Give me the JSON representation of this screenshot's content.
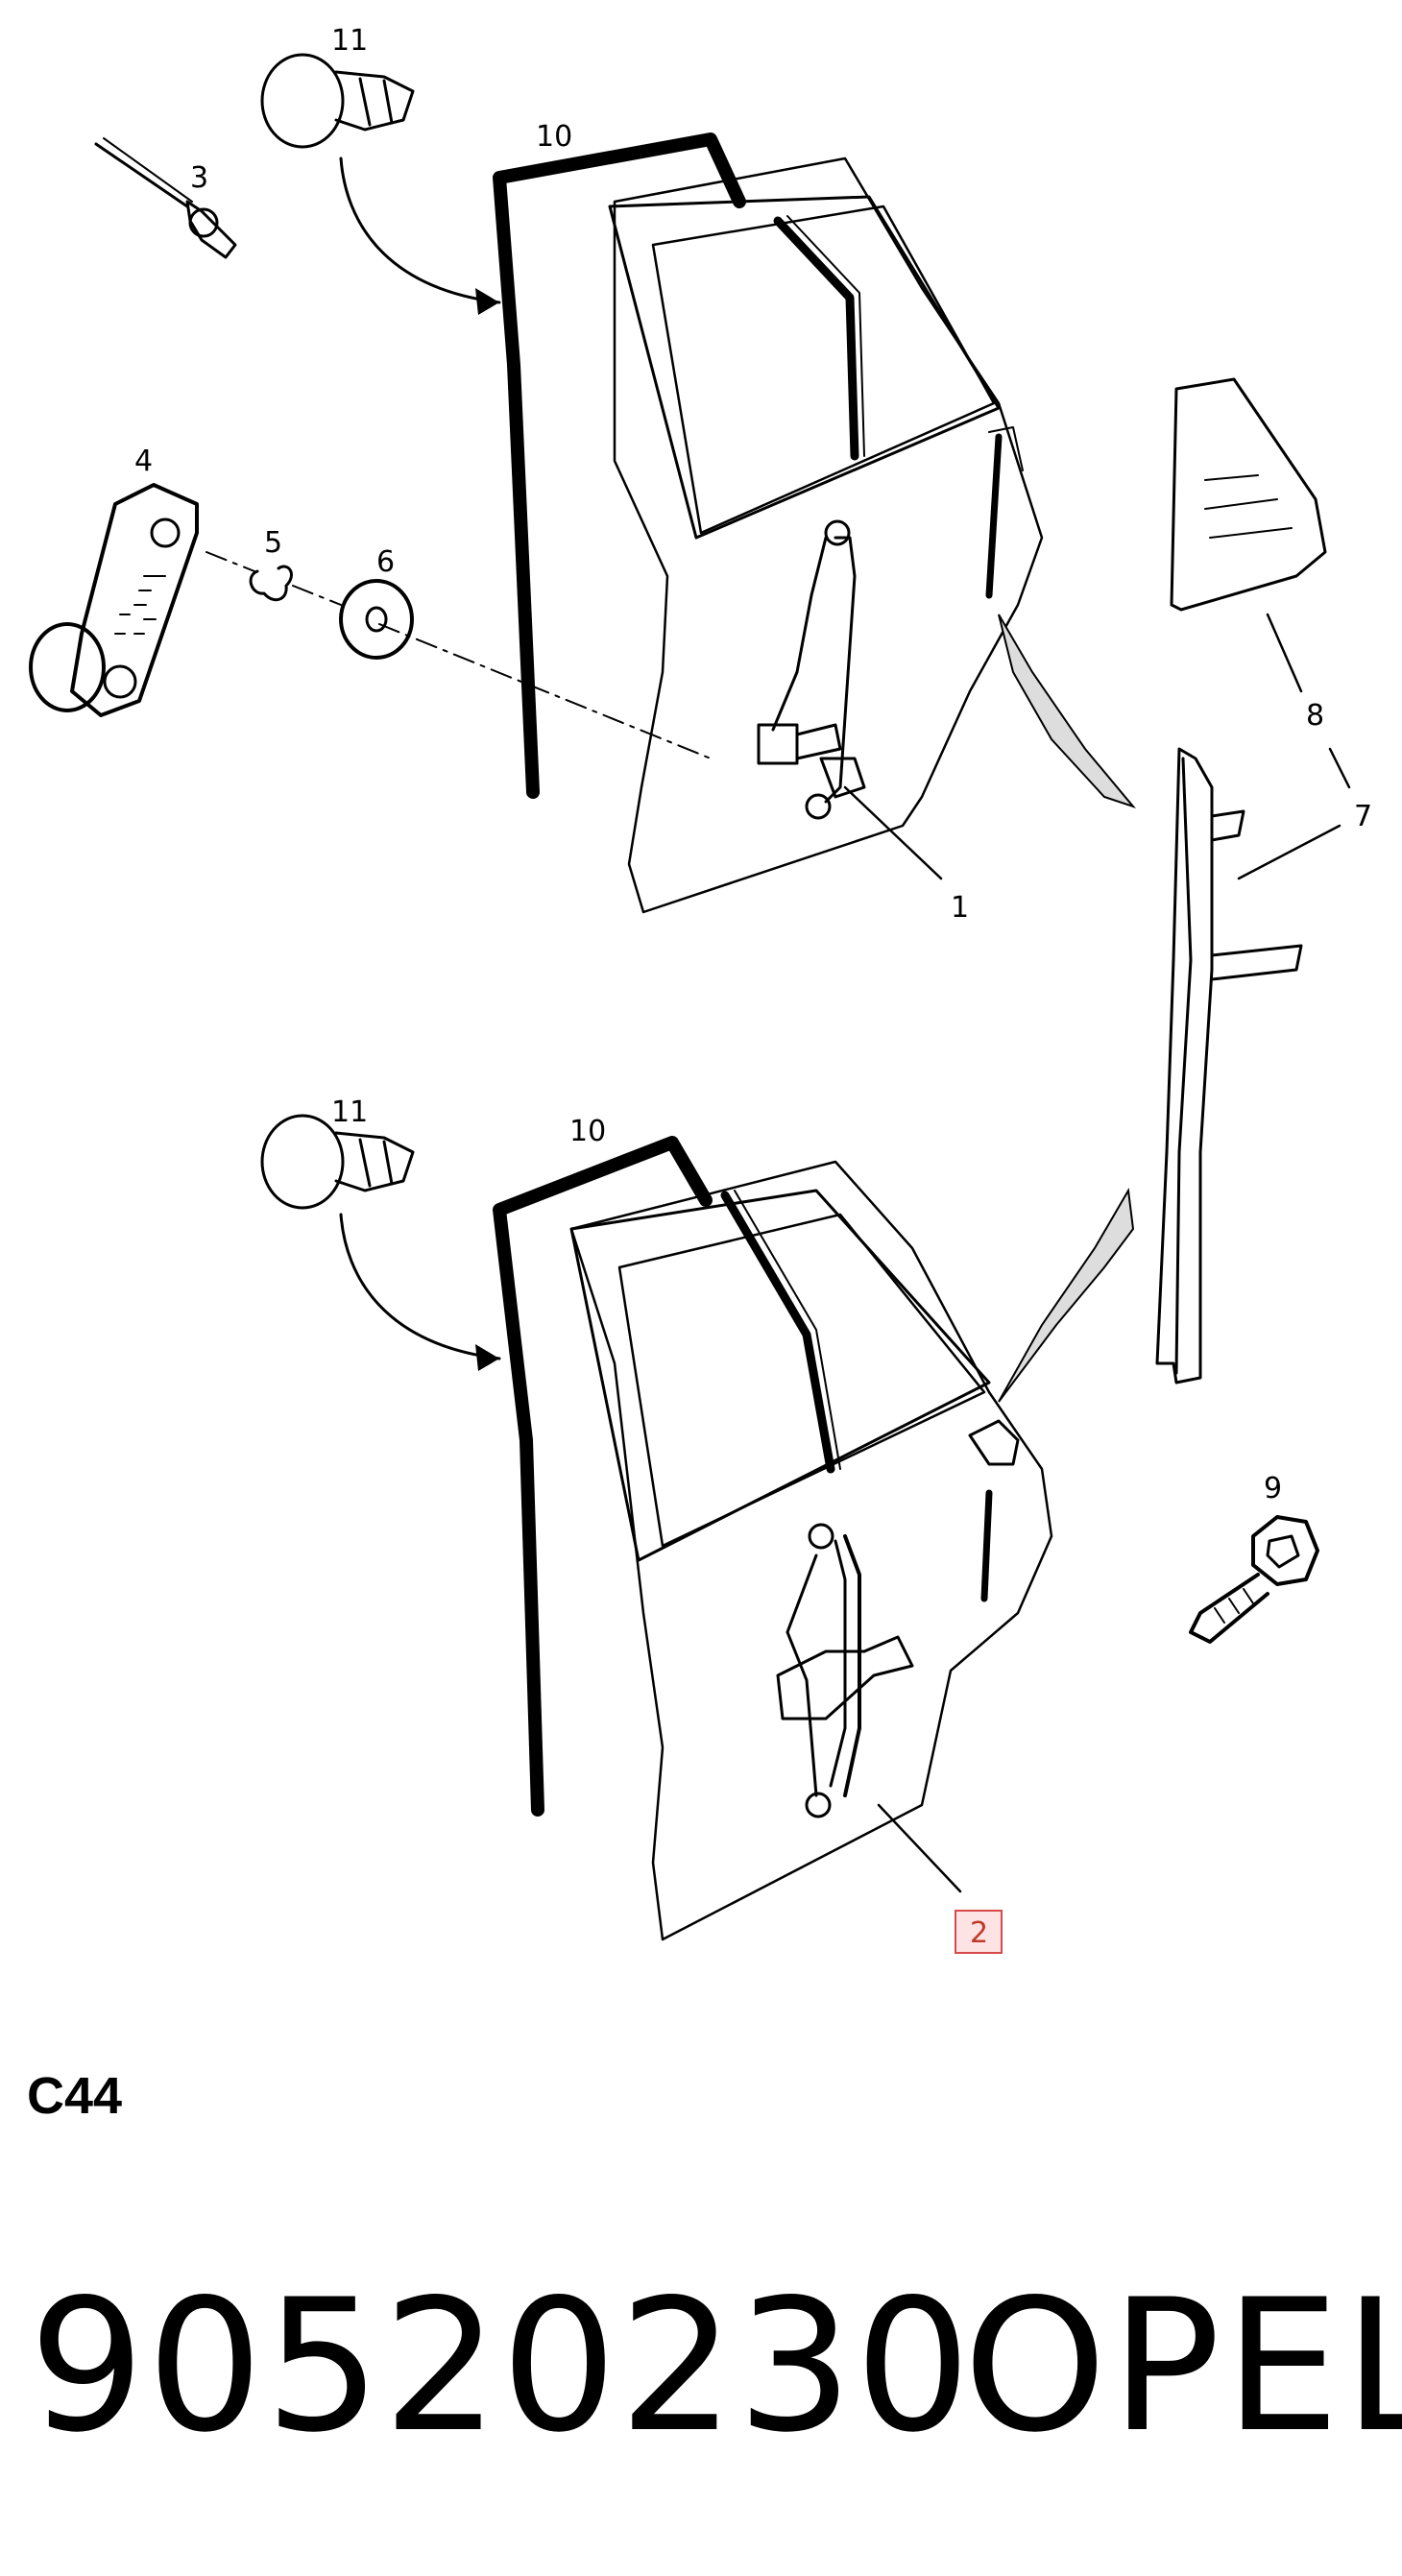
{
  "diagram": {
    "callouts": [
      {
        "id": "11a",
        "text": "11"
      },
      {
        "id": "10a",
        "text": "10"
      },
      {
        "id": "3",
        "text": "3"
      },
      {
        "id": "4",
        "text": "4"
      },
      {
        "id": "5",
        "text": "5"
      },
      {
        "id": "6",
        "text": "6"
      },
      {
        "id": "1",
        "text": "1"
      },
      {
        "id": "8",
        "text": "8"
      },
      {
        "id": "7",
        "text": "7"
      },
      {
        "id": "11b",
        "text": "11"
      },
      {
        "id": "10b",
        "text": "10"
      },
      {
        "id": "9",
        "text": "9"
      },
      {
        "id": "2",
        "text": "2",
        "highlighted": true
      }
    ],
    "highlight_color": "#d84a4a"
  },
  "section_code": "C44",
  "part_number": "90520230",
  "brand": "OPEL"
}
